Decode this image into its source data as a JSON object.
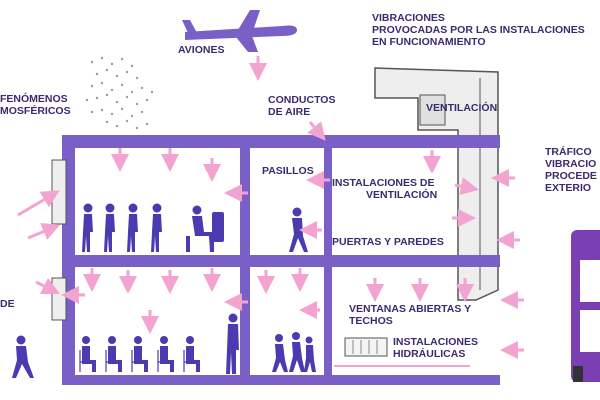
{
  "colors": {
    "building": "#7a5fc7",
    "arrow": "#f2a3cf",
    "person": "#4a3bb0",
    "text": "#3b2a6e",
    "duct": "#eeeeee",
    "bus": "#7a3fb3"
  },
  "labels": {
    "aviones": "AVIONES",
    "vibraciones_line1": "VIBRACIONES",
    "vibraciones_line2": "PROVOCADAS POR LAS INSTALACIONES",
    "vibraciones_line3": "EN FUNCIONAMIENTO",
    "fenomenos_line1": "FENÓMENOS",
    "fenomenos_line2": "MOSFÉRICOS",
    "conductos_line1": "CONDUCTOS",
    "conductos_line2": "DE AIRE",
    "ventilacion": "VENTILACIÓN",
    "trafico_line1": "TRÁFICO",
    "trafico_line2": "VIBRACIO",
    "trafico_line3": "PROCEDE",
    "trafico_line4": "EXTERIO",
    "pasillos": "PASILLOS",
    "instalaciones_vent_line1": "INSTALACIONES DE",
    "instalaciones_vent_line2": "VENTILACIÓN",
    "puertas": "PUERTAS Y PAREDES",
    "ventanas_line1": "VENTANAS ABIERTAS Y",
    "ventanas_line2": "TECHOS",
    "hidraulicas_line1": "INSTALACIONES",
    "hidraulicas_line2": "HIDRÁULICAS",
    "de": "DE"
  }
}
